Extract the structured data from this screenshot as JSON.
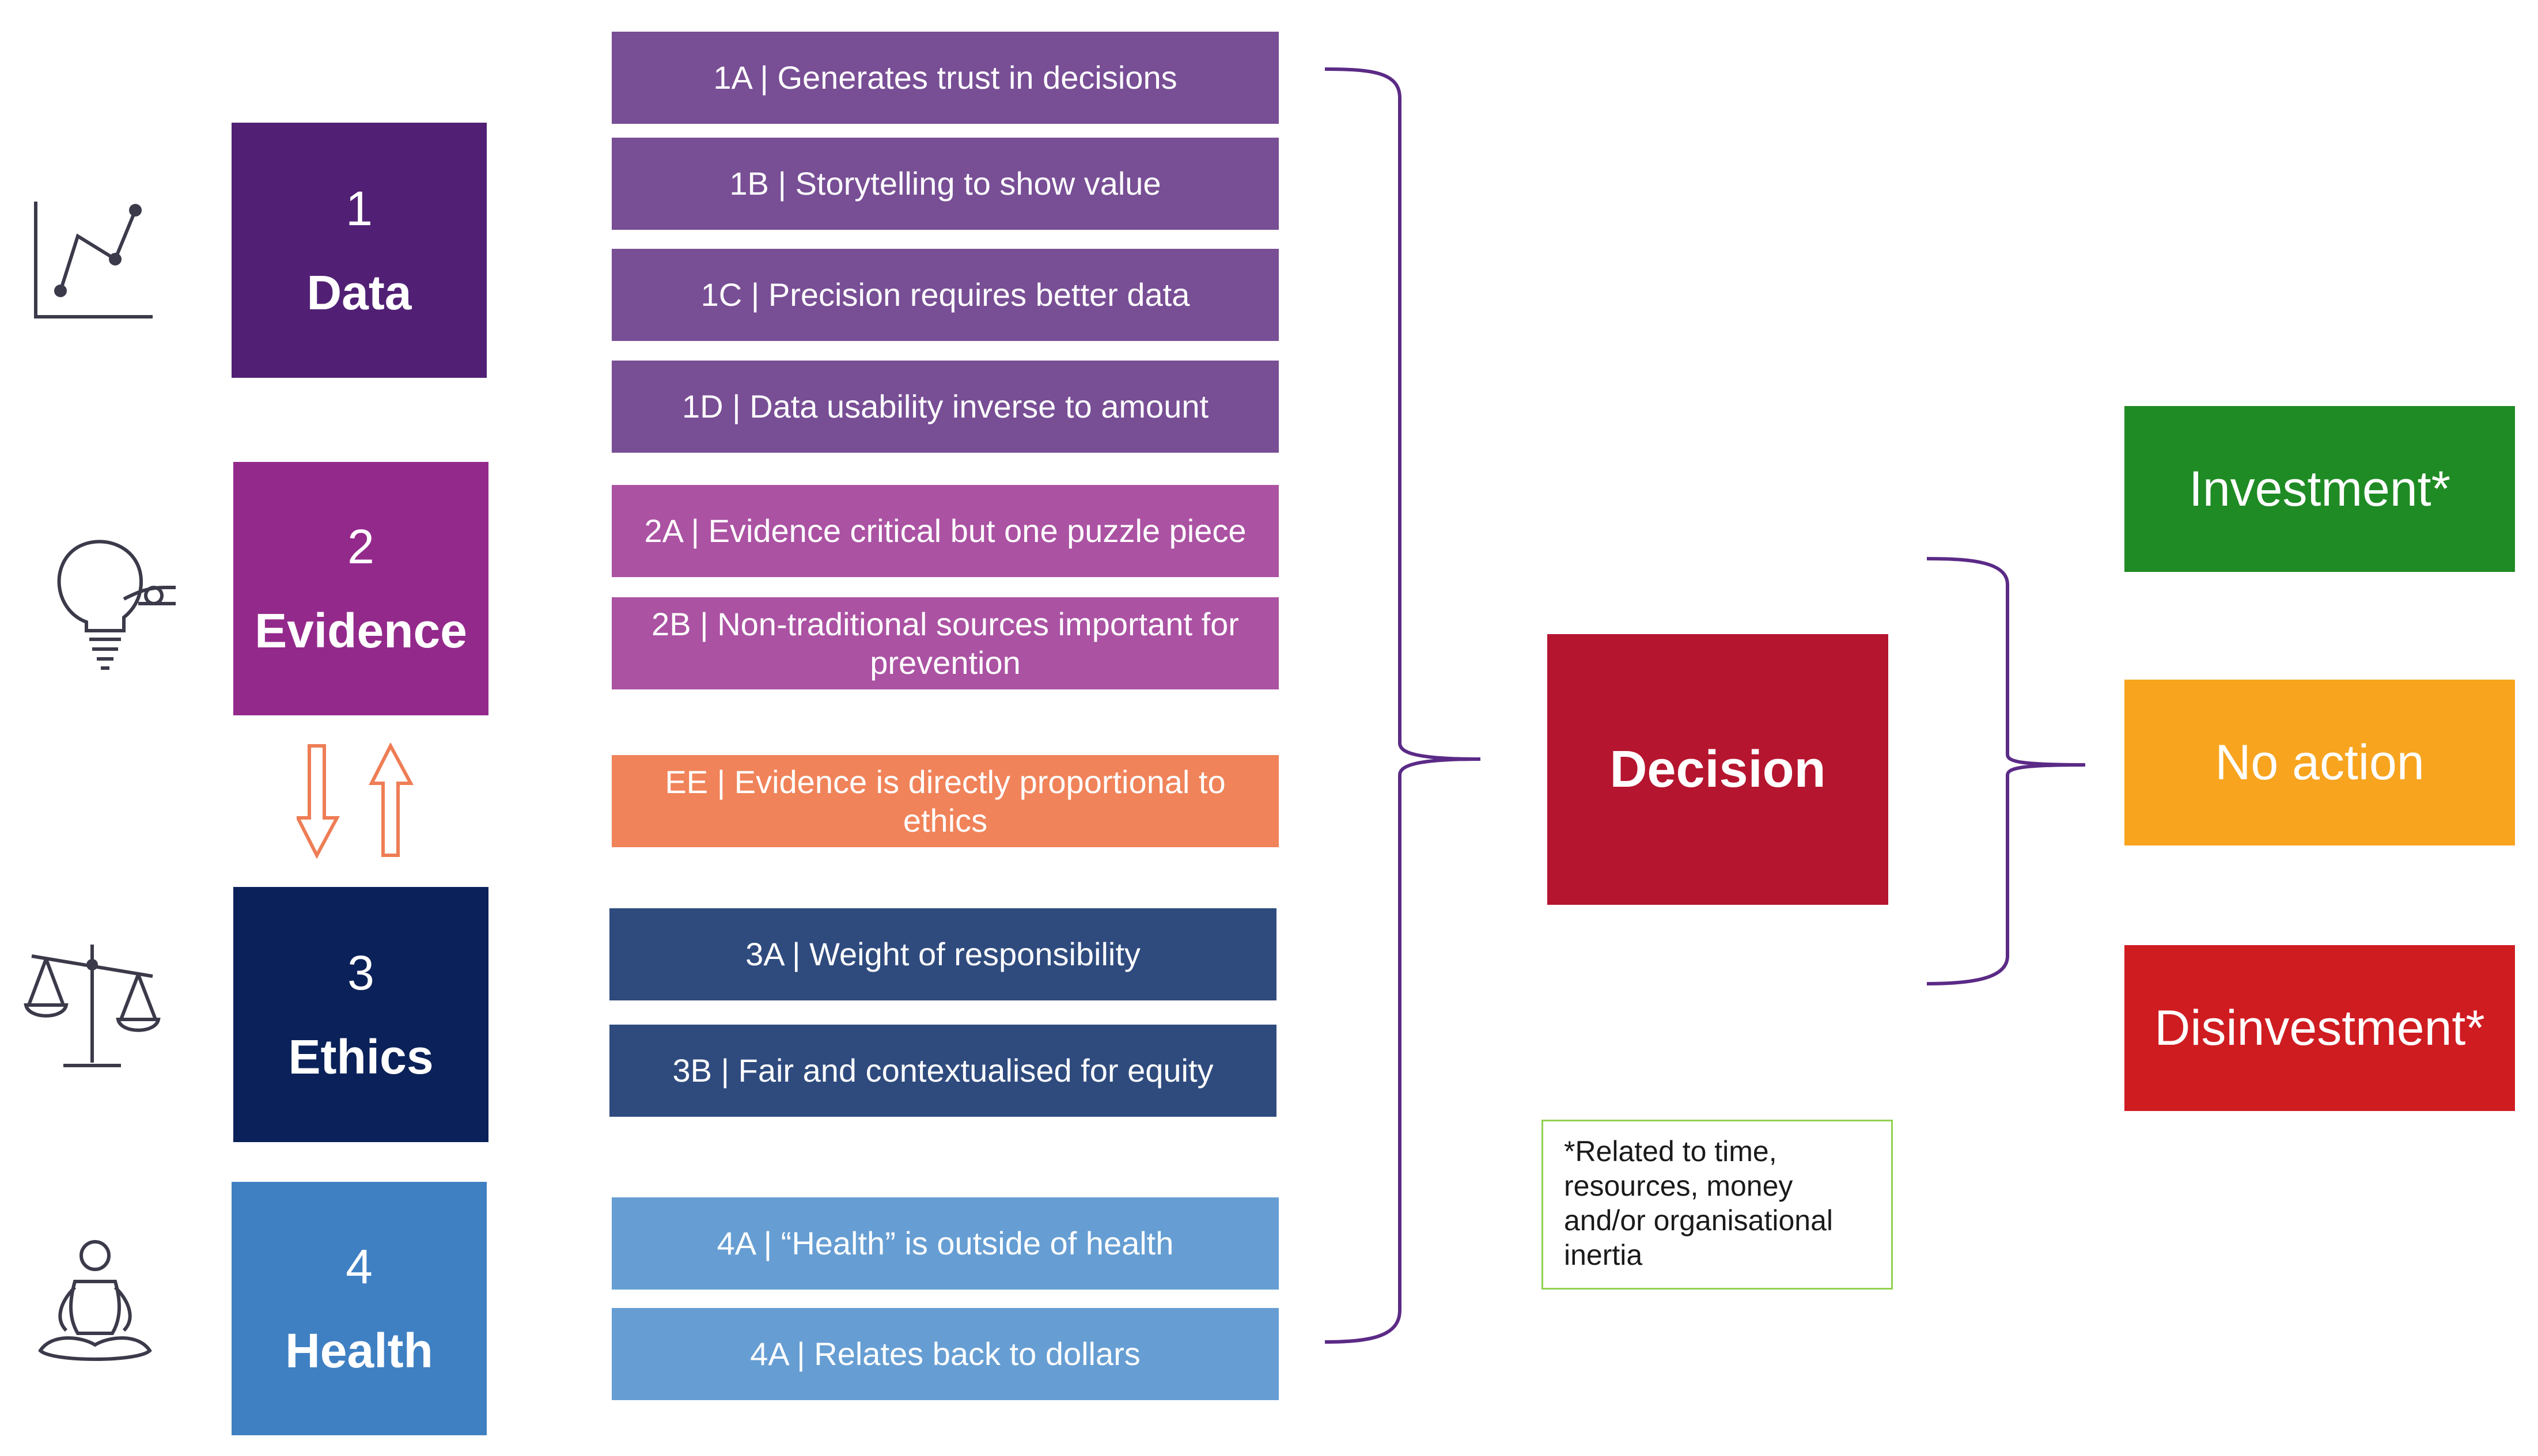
{
  "pillars": [
    {
      "number": "1",
      "name": "Data",
      "color": "#512074",
      "icon": "line-chart-icon"
    },
    {
      "number": "2",
      "name": "Evidence",
      "color": "#94298c",
      "icon": "lightbulb-icon"
    },
    {
      "number": "3",
      "name": "Ethics",
      "color": "#0b2159",
      "icon": "scales-icon"
    },
    {
      "number": "4",
      "name": "Health",
      "color": "#3f80c3",
      "icon": "meditation-icon"
    }
  ],
  "items": [
    {
      "label": "1A | Generates trust in decisions",
      "color": "#784e95"
    },
    {
      "label": "1B | Storytelling to show value",
      "color": "#784e95"
    },
    {
      "label": "1C | Precision requires better data",
      "color": "#784e95"
    },
    {
      "label": "1D | Data usability inverse to amount",
      "color": "#784e95"
    },
    {
      "label": "2A | Evidence critical but one puzzle piece",
      "color": "#ab52a3"
    },
    {
      "label": "2B | Non-traditional sources important for prevention",
      "color": "#ab52a3"
    },
    {
      "label": "EE | Evidence is directly proportional to ethics",
      "color": "#f0835a"
    },
    {
      "label": "3A | Weight of responsibility",
      "color": "#2f4b7e"
    },
    {
      "label": "3B | Fair and contextualised for equity",
      "color": "#2f4b7e"
    },
    {
      "label": "4A | “Health” is outside of health",
      "color": "#669ed3"
    },
    {
      "label": "4A | Relates back to dollars",
      "color": "#669ed3"
    }
  ],
  "decision": {
    "label": "Decision"
  },
  "outcomes": [
    {
      "label": "Investment*",
      "color": "#1f8b24"
    },
    {
      "label": "No action",
      "color": "#f8a41f"
    },
    {
      "label": "Disinvestment*",
      "color": "#cf1c21"
    }
  ],
  "note": {
    "text": "*Related to time, resources, money and/or organisational inertia"
  },
  "colors": {
    "bracket": "#5b2a86",
    "arrow": "#ee7d55",
    "icon_stroke": "#3a3a4a",
    "note_border": "#92d050"
  }
}
